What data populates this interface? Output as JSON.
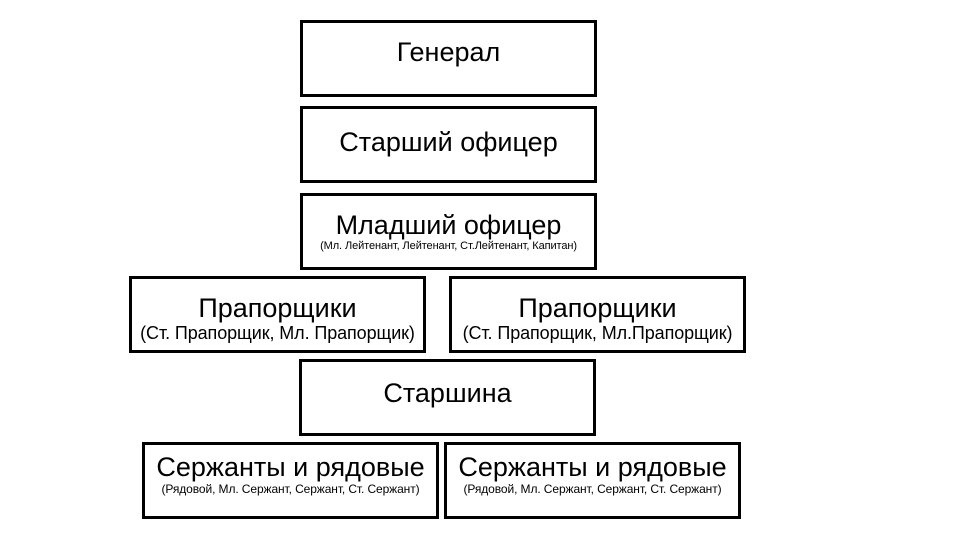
{
  "ranks": {
    "general": {
      "title": "Генерал"
    },
    "senior_officer": {
      "title": "Старший офицер"
    },
    "junior_officer": {
      "title": "Младший офицер",
      "subtitle": "(Мл. Лейтенант, Лейтенант, Ст.Лейтенант, Капитан)"
    },
    "warrant_left": {
      "title": "Прапорщики",
      "subtitle": "(Ст. Прапорщик, Мл. Прапорщик)"
    },
    "warrant_right": {
      "title": "Прапорщики",
      "subtitle": "(Ст. Прапорщик, Мл.Прапорщик)"
    },
    "starshina": {
      "title": "Старшина"
    },
    "nco_left": {
      "title": "Сержанты и рядовые",
      "subtitle": "(Рядовой, Мл. Сержант, Сержант, Ст. Сержант)"
    },
    "nco_right": {
      "title": "Сержанты и рядовые",
      "subtitle": "(Рядовой, Мл. Сержант, Сержант, Ст. Сержант)"
    }
  }
}
